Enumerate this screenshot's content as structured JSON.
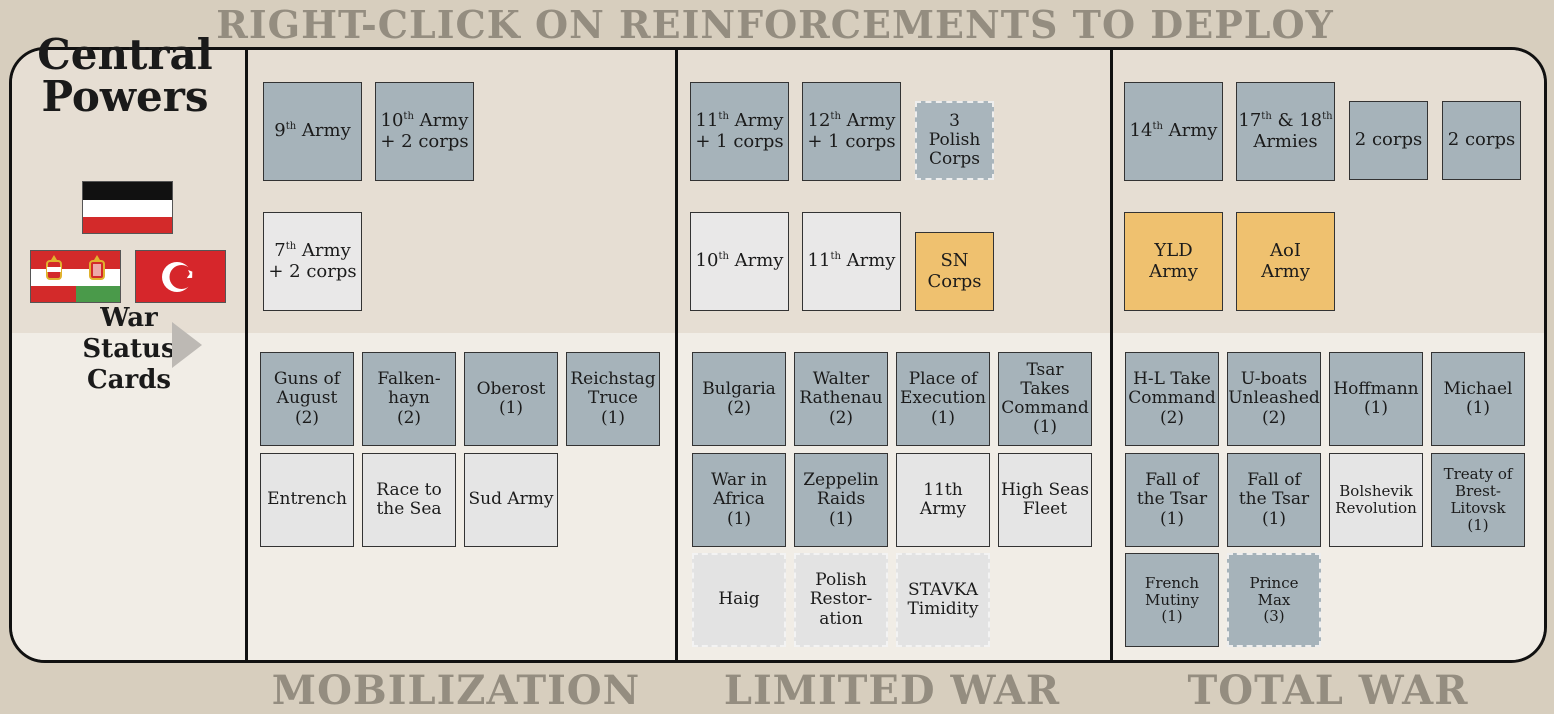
{
  "header": {
    "instruction": "RIGHT-CLICK ON REINFORCEMENTS TO DEPLOY"
  },
  "side": {
    "title": "Central\nPowers",
    "war_status_label": "War\nStatus\nCards",
    "flags": [
      "german-empire-flag",
      "austria-hungary-flag",
      "ottoman-flag"
    ],
    "colors": {
      "german_black": "#111111",
      "german_red": "#d32a2a",
      "ottoman_red": "#d6262b",
      "ah_green": "#4a9a4a"
    }
  },
  "eras": {
    "mobilization": "MOBILIZATION",
    "limited_war": "LIMITED WAR",
    "total_war": "TOTAL WAR"
  },
  "reinforcements": {
    "mobilization": {
      "u1": "9th Army",
      "u2": "10th Army\n+ 2 corps",
      "u3": "7th Army\n+ 2 corps"
    },
    "limited_war": {
      "u1": "11th Army\n+ 1 corps",
      "u2": "12th Army\n+ 1 corps",
      "u3": "3\nPolish\nCorps",
      "u4": "10th Army",
      "u5": "11th Army",
      "u6": "SN\nCorps"
    },
    "total_war": {
      "u1": "14th Army",
      "u2": "17th & 18th\nArmies",
      "u3": "2 corps",
      "u4": "2 corps",
      "u5": "YLD\nArmy",
      "u6": "AoI\nArmy"
    }
  },
  "war_status_cards": {
    "mobilization": [
      "Guns of\nAugust\n(2)",
      "Falken-\nhayn\n(2)",
      "Oberost\n(1)",
      "Reichstag\nTruce\n(1)",
      "Entrench",
      "Race to\nthe Sea",
      "Sud Army"
    ],
    "limited_war": [
      "Bulgaria\n(2)",
      "Walter\nRathenau\n(2)",
      "Place of\nExecution\n(1)",
      "Tsar\nTakes\nCommand\n(1)",
      "War in\nAfrica\n(1)",
      "Zeppelin\nRaids\n(1)",
      "11th\nArmy",
      "High Seas\nFleet",
      "Haig",
      "Polish\nRestor-\nation",
      "STAVKA\nTimidity"
    ],
    "total_war": [
      "H-L Take\nCommand\n(2)",
      "U-boats\nUnleashed\n(2)",
      "Hoffmann\n(1)",
      "Michael\n(1)",
      "Fall of\nthe Tsar\n(1)",
      "Fall of\nthe Tsar\n(1)",
      "Bolshevik\nRevolution",
      "Treaty of\nBrest-\nLitovsk\n(1)",
      "French\nMutiny\n(1)",
      "Prince\nMax\n(3)"
    ]
  }
}
